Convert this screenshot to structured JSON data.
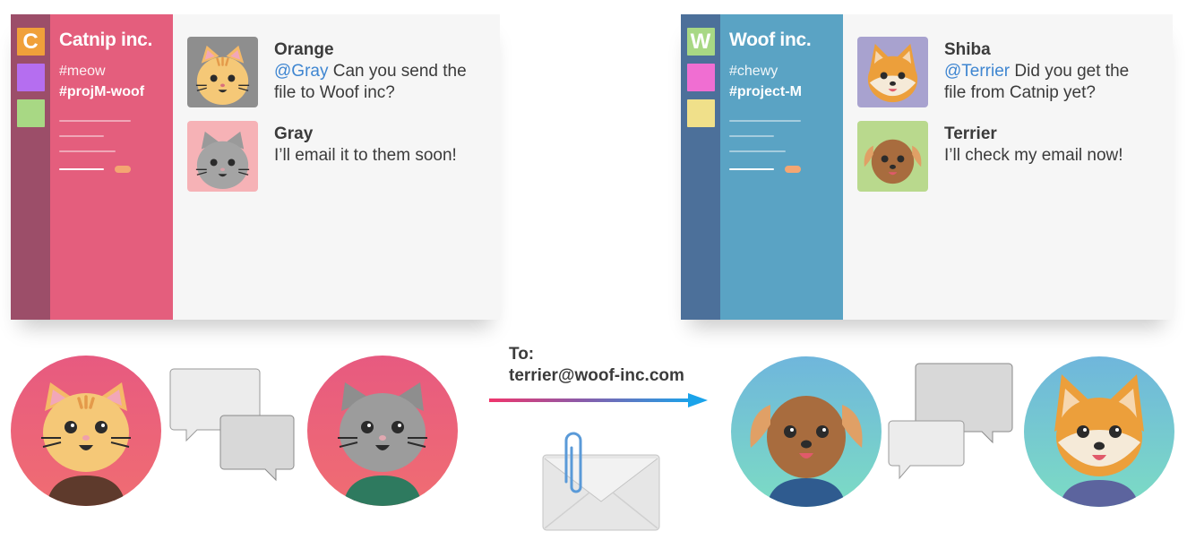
{
  "workspaces": [
    {
      "name": "Catnip inc.",
      "tiles": [
        {
          "letter": "C",
          "color": "#f0a03a"
        },
        {
          "letter": "",
          "color": "#b56ef0"
        },
        {
          "letter": "",
          "color": "#a8d884"
        }
      ],
      "channels": [
        {
          "label": "#meow",
          "active": false
        },
        {
          "label": "#projM-woof",
          "active": true
        }
      ],
      "messages": [
        {
          "author": "Orange",
          "mention": "@Gray",
          "text_lines": [
            "Can you send the",
            "file to Woof inc?"
          ],
          "avatar": "orange-cat"
        },
        {
          "author": "Gray",
          "mention": "",
          "text_lines": [
            "I’ll email it to them soon!"
          ],
          "avatar": "gray-cat"
        }
      ]
    },
    {
      "name": "Woof inc.",
      "tiles": [
        {
          "letter": "W",
          "color": "#a8d884"
        },
        {
          "letter": "",
          "color": "#f06ed2"
        },
        {
          "letter": "",
          "color": "#f0e08a"
        }
      ],
      "channels": [
        {
          "label": "#chewy",
          "active": false
        },
        {
          "label": "#project-M",
          "active": true
        }
      ],
      "messages": [
        {
          "author": "Shiba",
          "mention": "@Terrier",
          "text_lines": [
            "Did you get the",
            "file from Catnip yet?"
          ],
          "avatar": "shiba-dog"
        },
        {
          "author": "Terrier",
          "mention": "",
          "text_lines": [
            "I’ll check my email now!"
          ],
          "avatar": "terrier-dog"
        }
      ]
    }
  ],
  "email": {
    "to_label": "To:",
    "address": "terrier@woof-inc.com"
  },
  "colors": {
    "catnip_rail": "#9c4e69",
    "catnip_sidebar": "#e45e7d",
    "woof_rail": "#4c709a",
    "woof_sidebar": "#5aa3c4",
    "mention": "#3f86d1",
    "arrow_start": "#f0356c",
    "arrow_end": "#1aa3ea"
  },
  "icons": [
    "orange-cat-avatar",
    "gray-cat-avatar",
    "shiba-dog-avatar",
    "terrier-dog-avatar",
    "chat-bubbles-icon",
    "arrow-icon",
    "envelope-icon",
    "paperclip-icon"
  ]
}
